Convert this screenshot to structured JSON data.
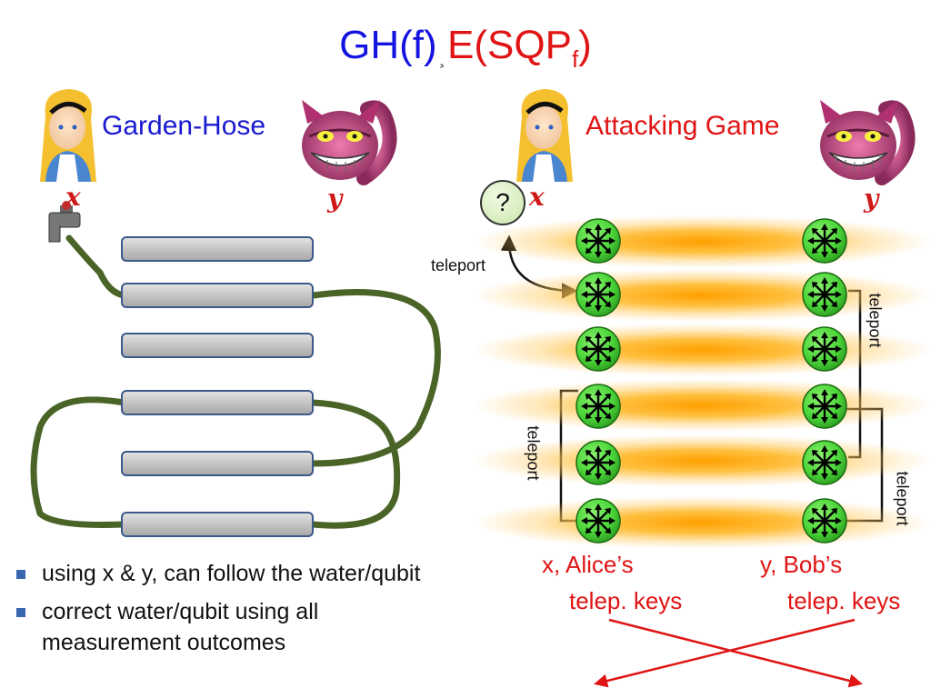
{
  "title": {
    "left": "GH(f)",
    "separator": "¸",
    "right_main": "E(SQP",
    "right_sub": "f",
    "right_close": ")"
  },
  "left_panel": {
    "heading": "Garden-Hose",
    "var_x": "x",
    "var_y": "y"
  },
  "right_panel": {
    "heading": "Attacking Game",
    "var_x": "x",
    "var_y": "y",
    "question_mark": "?",
    "teleport_labels": [
      "teleport",
      "teleport",
      "teleport",
      "teleport"
    ],
    "alice_keys_line1": "x, Alice’s",
    "alice_keys_line2": "telep. keys",
    "bob_keys_line1": "y, Bob’s",
    "bob_keys_line2": "telep. keys"
  },
  "bullets": [
    "using x & y, can follow the water/qubit",
    "correct water/qubit  using all measurement outcomes"
  ],
  "colors": {
    "title_blue": "#1414e0",
    "title_red": "#e01414",
    "hose": "#4a6428",
    "pipe_fill": "#c8c8c8",
    "pipe_stroke": "#3a5a8a",
    "node_green": "#4cd63a",
    "band_orange": "#ffa000",
    "arrow_red": "#e01414"
  },
  "icons": [
    "alice-character-icon",
    "cheshire-cat-icon",
    "water-tap-icon",
    "entanglement-node-icon"
  ]
}
